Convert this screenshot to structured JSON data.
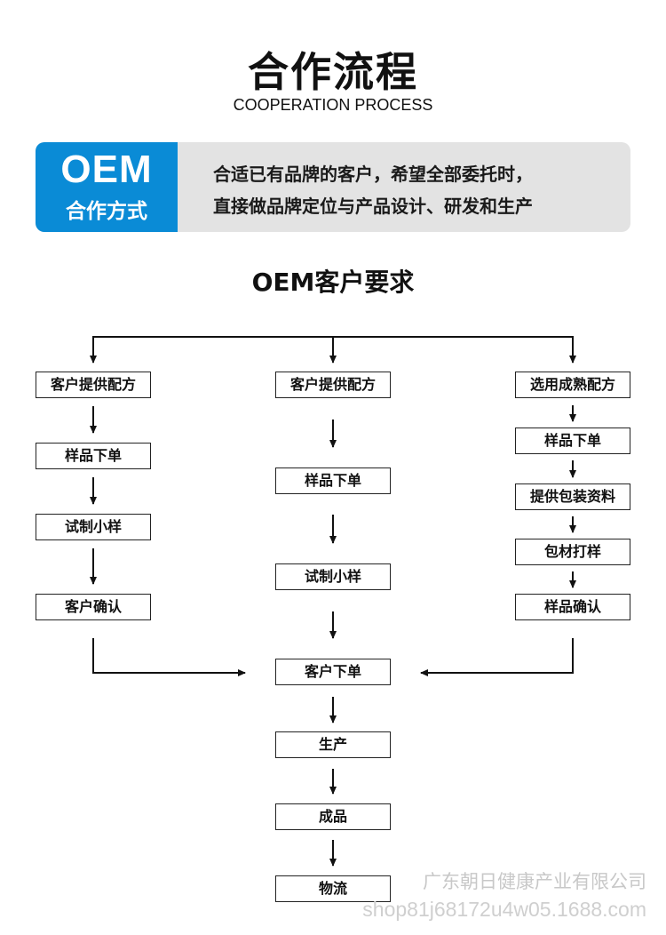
{
  "header": {
    "title": "合作流程",
    "subtitle": "COOPERATION PROCESS"
  },
  "banner": {
    "label_big": "OEM",
    "label_small": "合作方式",
    "line1": "合适已有品牌的客户，希望全部委托时，",
    "line2": "直接做品牌定位与产品设计、研发和生产",
    "accent_color": "#0a8bd6",
    "background_color": "#e3e3e3"
  },
  "section": {
    "title": "OEM客户要求"
  },
  "flow": {
    "left": [
      "客户提供配方",
      "样品下单",
      "试制小样",
      "客户确认"
    ],
    "middle": [
      "客户提供配方",
      "样品下单",
      "试制小样"
    ],
    "right": [
      "选用成熟配方",
      "样品下单",
      "提供包装资料",
      "包材打样",
      "样品确认"
    ],
    "bottom": [
      "客户下单",
      "生产",
      "成品",
      "物流"
    ]
  },
  "watermark": {
    "company": "广东朝日健康产业有限公司",
    "url": "shop81j68172u4w05.1688.com"
  }
}
